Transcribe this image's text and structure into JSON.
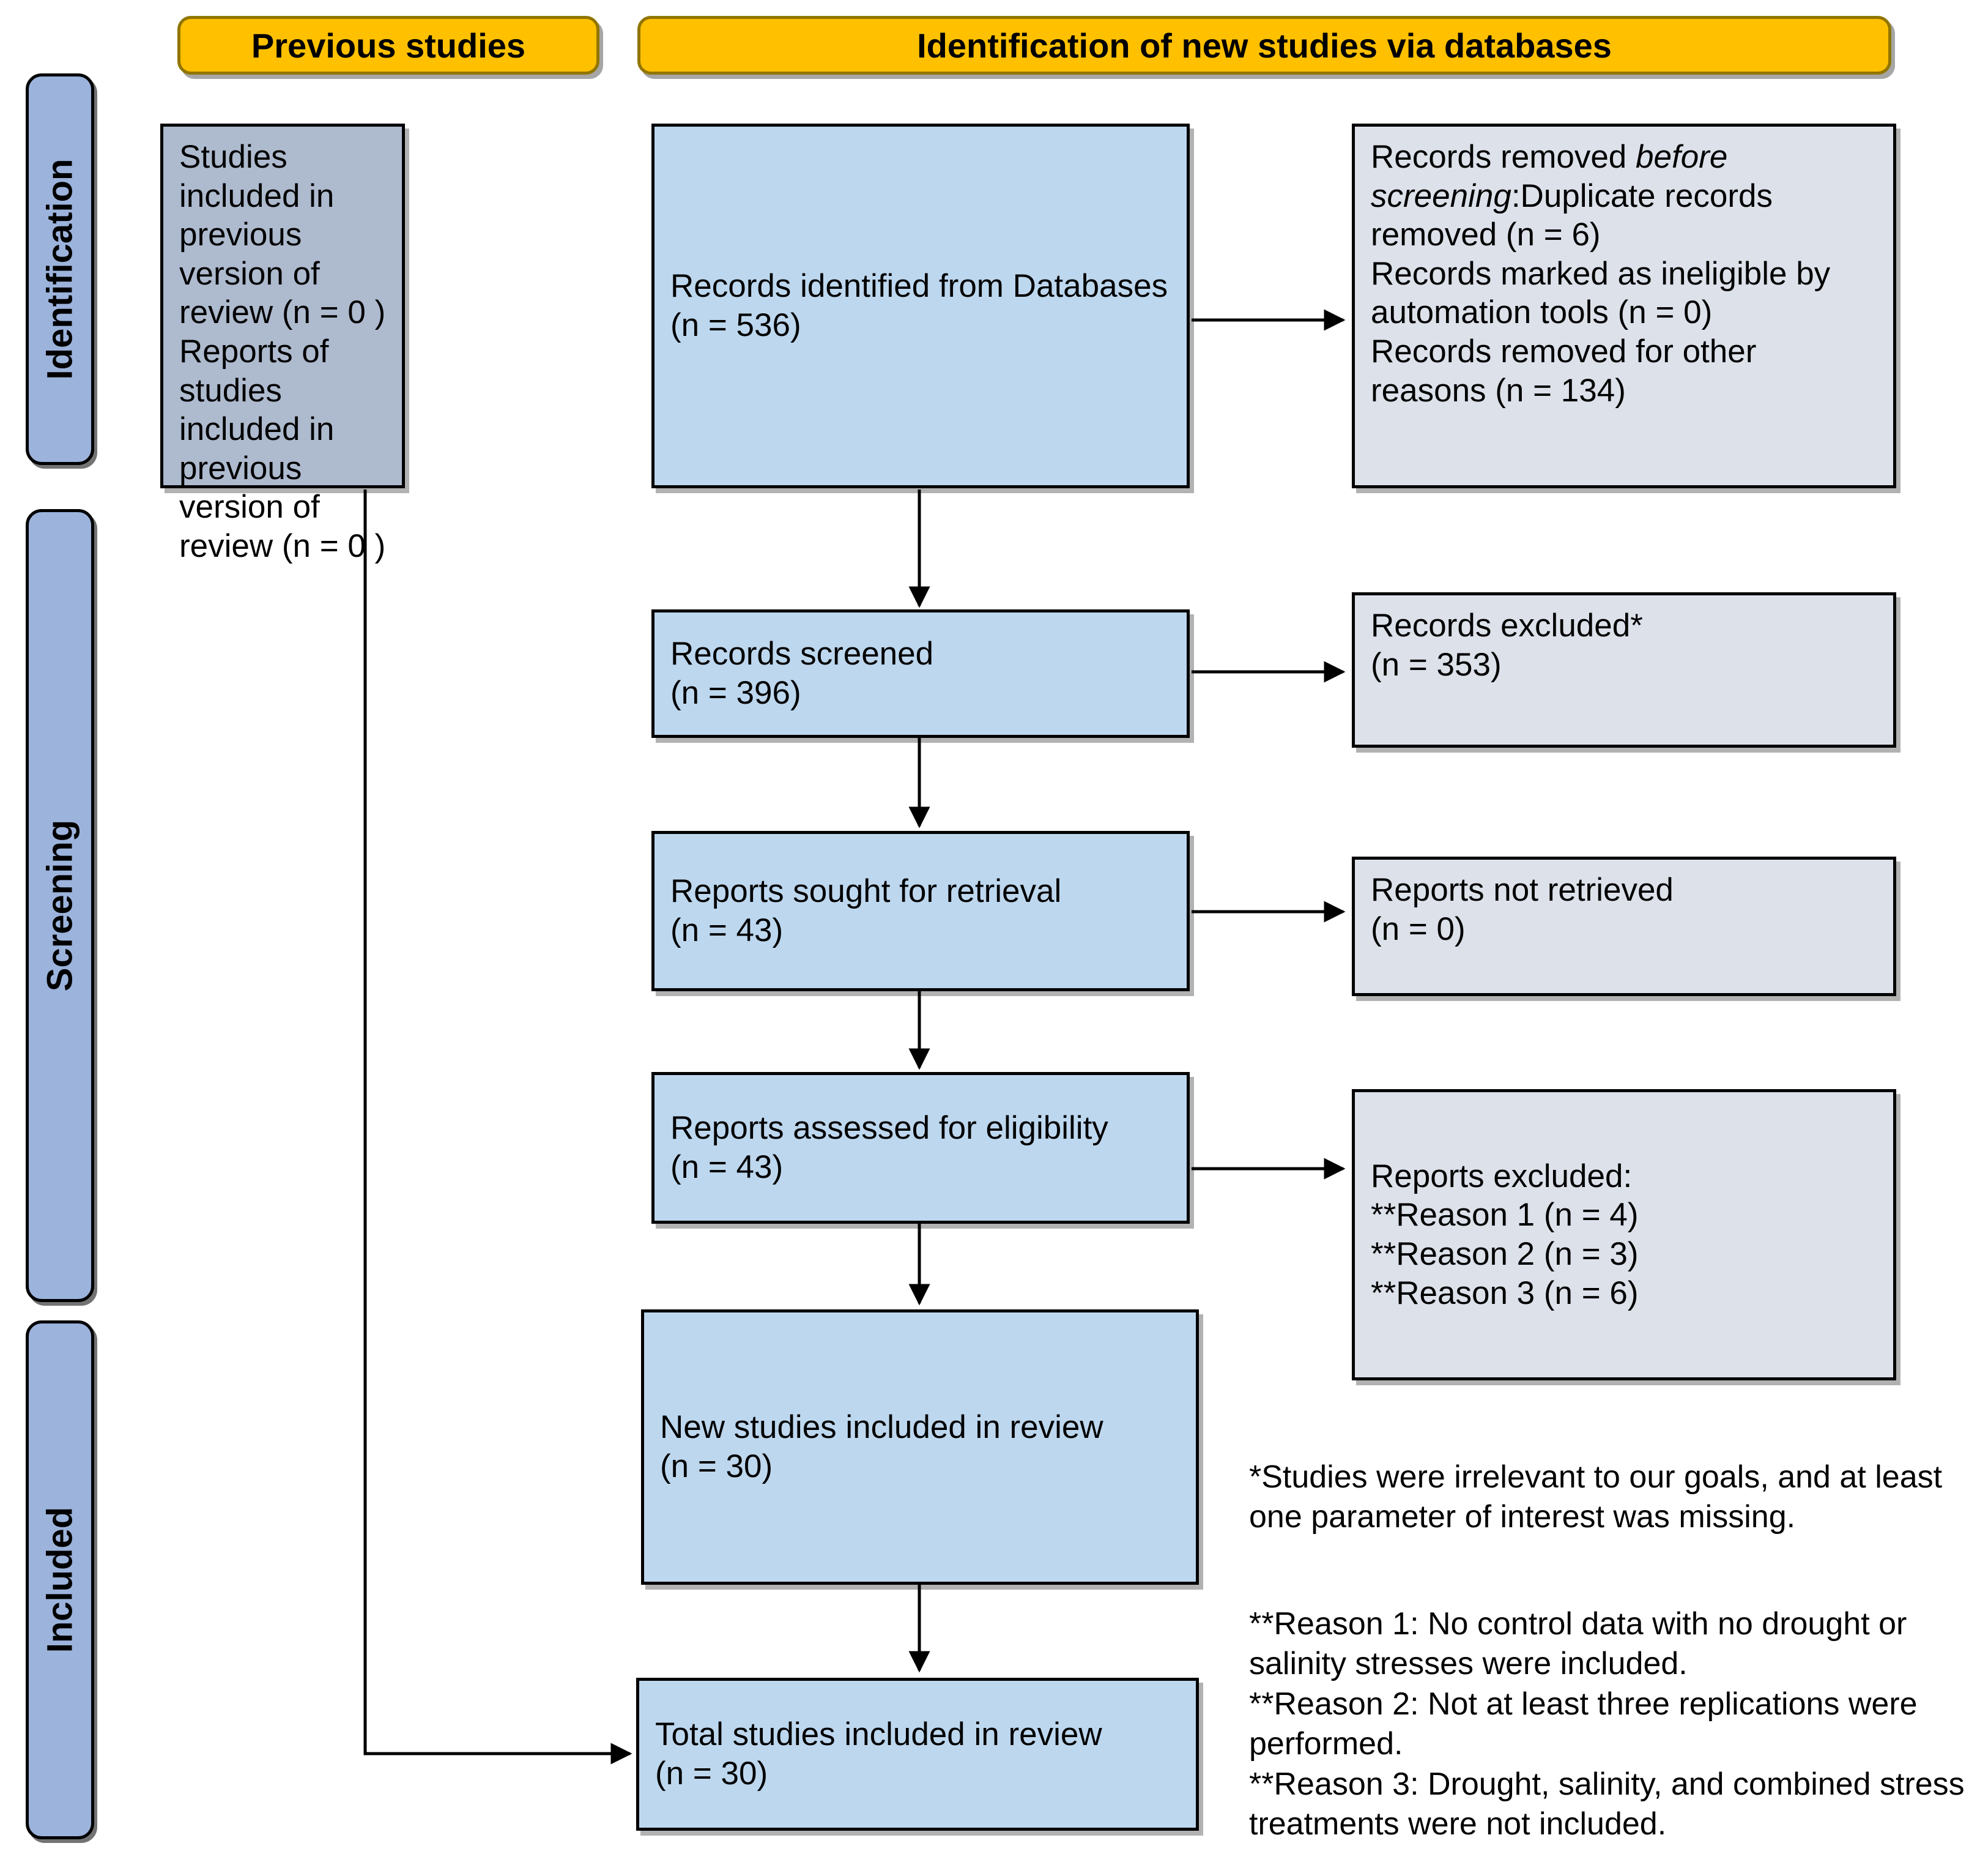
{
  "diagram": {
    "type": "prisma-flow-diagram",
    "title": "PRISMA 2020 flow diagram for updated systematic reviews"
  },
  "phases": [
    {
      "label": "Identification"
    },
    {
      "label": "Screening"
    },
    {
      "label": "Included"
    }
  ],
  "banners": {
    "previous": "Previous studies",
    "new": "Identification of new studies via databases"
  },
  "previous_column": {
    "included_box": "Studies included in previous version of review (n = 0 )\nReports of studies included in\nprevious version of review (n = 0 )"
  },
  "main_column": {
    "records_identified": "Records identified from Databases (n = 536)",
    "records_screened": "Records screened\n(n = 396)",
    "reports_sought": "Reports sought for retrieval\n(n = 43)",
    "reports_assessed": "Reports assessed for eligibility\n(n = 43)",
    "new_studies_included": "New studies included in review\n(n = 30)",
    "total_studies_included": "Total studies included in review\n(n = 30)"
  },
  "exclusion_column": {
    "records_removed_pre_screening": {
      "heading_plain": "Records removed ",
      "heading_italic": "before screening",
      "heading_colon": ":",
      "lines": "Duplicate records removed (n = 6)\nRecords marked as ineligible by automation tools (n = 0)\nRecords removed for other reasons (n = 134)"
    },
    "records_excluded": "Records excluded*\n(n = 353)",
    "reports_not_retrieved": "Reports not retrieved\n(n = 0)",
    "reports_excluded": "Reports excluded:\n**Reason 1 (n = 4)\n**Reason 2 (n = 3)\n**Reason 3 (n = 6)"
  },
  "footnotes": {
    "asterisk": "*Studies were irrelevant to our goals, and at least one parameter of interest was missing.",
    "reasons": "**Reason 1: No control data with no drought or salinity stresses were included.\n**Reason 2: Not at least three replications were performed.\n**Reason 3: Drought, salinity, and combined stress treatments were not included."
  },
  "counts": {
    "previous_studies_included": 0,
    "previous_reports_included": 0,
    "records_identified_databases": 536,
    "duplicate_records_removed": 6,
    "records_ineligible_automation": 0,
    "records_removed_other": 134,
    "records_screened": 396,
    "records_excluded": 353,
    "reports_sought": 43,
    "reports_not_retrieved": 0,
    "reports_assessed": 43,
    "reports_excluded_reason1": 4,
    "reports_excluded_reason2": 3,
    "reports_excluded_reason3": 6,
    "new_studies_included": 30,
    "total_studies_included": 30
  },
  "colors": {
    "banner_fill": "#FFC000",
    "banner_border": "#917500",
    "phase_bar_fill": "#9CB3DC",
    "box_blue": "#BDD7EE",
    "box_grey": "#DCE1EA",
    "box_slate": "#AEBACE",
    "border": "#000000",
    "text": "#000000"
  }
}
